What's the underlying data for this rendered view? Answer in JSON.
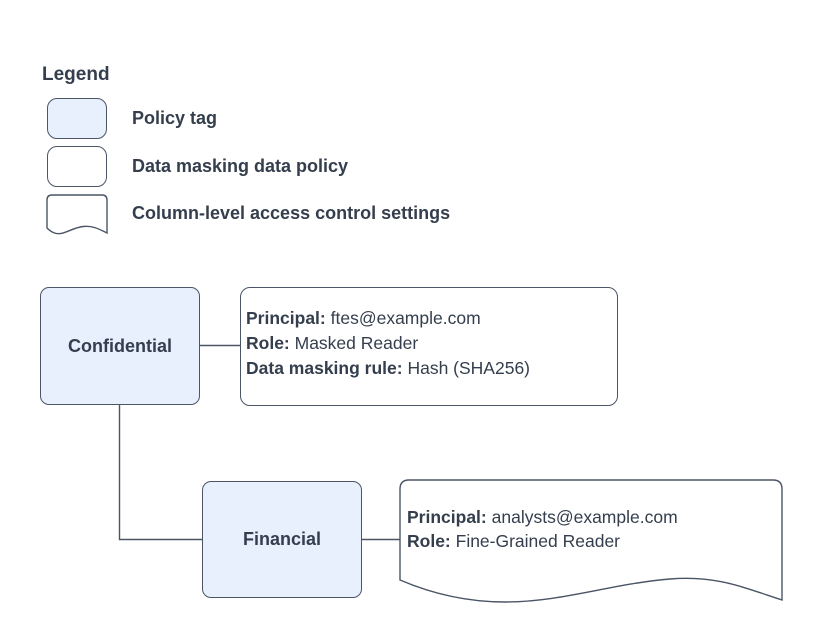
{
  "canvas": {
    "background": "#ffffff",
    "accent_fill": "#e8f0fe",
    "stroke_color": "#4a5565",
    "text_color": "#343e4d"
  },
  "legend": {
    "title": "Legend",
    "items": [
      {
        "shape": "policy-tag-swatch",
        "label": "Policy tag"
      },
      {
        "shape": "data-policy-swatch",
        "label": "Data masking data policy"
      },
      {
        "shape": "column-access-swatch",
        "label": "Column-level access control settings"
      }
    ]
  },
  "diagram": {
    "confidential_tag": {
      "name": "Confidential"
    },
    "financial_tag": {
      "name": "Financial"
    },
    "confidential_policy": {
      "rows": [
        {
          "label": "Principal:",
          "value": "ftes@example.com"
        },
        {
          "label": "Role:",
          "value": "Masked Reader"
        },
        {
          "label": "Data masking rule:",
          "value": "Hash (SHA256)"
        }
      ]
    },
    "financial_policy": {
      "rows": [
        {
          "label": "Principal:",
          "value": "analysts@example.com"
        },
        {
          "label": "Role:",
          "value": "Fine-Grained Reader"
        }
      ]
    }
  }
}
